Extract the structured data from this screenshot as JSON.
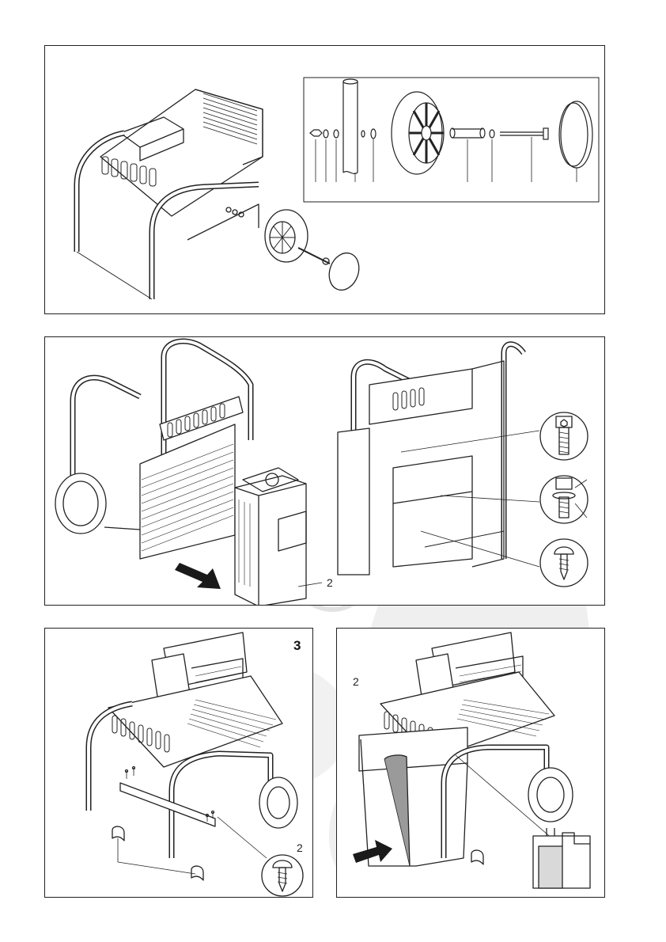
{
  "panels": {
    "panel1": {
      "labels": []
    },
    "panel2": {
      "part_label": "2"
    },
    "panel3": {
      "step_number": "3",
      "screw_label": "2"
    },
    "panel4": {
      "part_label": "2"
    }
  },
  "colors": {
    "line": "#222222",
    "fill_light": "#ffffff",
    "shade": "#d9d9d9",
    "arrow": "#1a1a1a",
    "watermark": "#e6e6e6"
  },
  "icons": [
    "wheel-icon",
    "axle-bolt-icon",
    "nut-icon",
    "washer-icon",
    "hub-cap-icon",
    "cap-screw-icon",
    "self-tapping-screw-icon",
    "arrow-icon",
    "copyright-watermark-icon"
  ]
}
